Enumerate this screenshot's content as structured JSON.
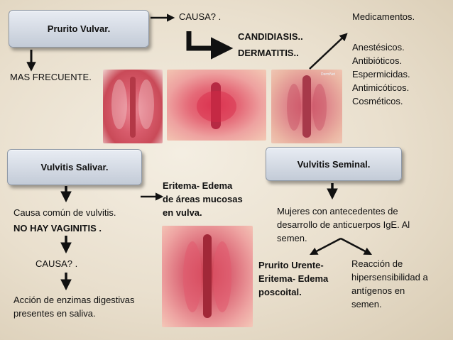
{
  "colors": {
    "background": "#ece3d3",
    "box_top": "#e8ecf3",
    "box_bottom": "#c3cbd7",
    "arrow": "#111111",
    "photo_pink": "#d95a6a",
    "photo_red": "#c93b4a"
  },
  "vulvar": {
    "title": "Prurito Vulvar.",
    "frequent": "MAS FRECUENTE.",
    "cause": "CAUSA? .",
    "diagnoses": [
      "CANDIDIASIS..",
      "DERMATITIS.."
    ],
    "medications_title": "Medicamentos.",
    "medications": [
      "Anestésicos.",
      "Antibióticos.",
      "Espermicidas.",
      "Antimicóticos.",
      "Cosméticos."
    ],
    "photo_watermark": "DermNet"
  },
  "salivar": {
    "title": "Vulvitis Salivar.",
    "common_cause": "Causa común de vulvitis.",
    "no_vaginitis": "NO HAY VAGINITIS .",
    "cause": "CAUSA? .",
    "enzymes": [
      "Acción de enzimas digestivas",
      "presentes en saliva."
    ],
    "erythema": [
      "Eritema- Edema",
      "de áreas mucosas",
      "en vulva."
    ]
  },
  "seminal": {
    "title": "Vulvitis Seminal.",
    "history": [
      "Mujeres con antecedentes de",
      "desarrollo de anticuerpos  IgE. Al",
      "semen."
    ],
    "pruritus": [
      "Prurito Urente-",
      "Eritema- Edema",
      "poscoital."
    ],
    "reaction": [
      "Reacción de",
      "hipersensibilidad a",
      "antígenos en",
      "semen."
    ]
  }
}
